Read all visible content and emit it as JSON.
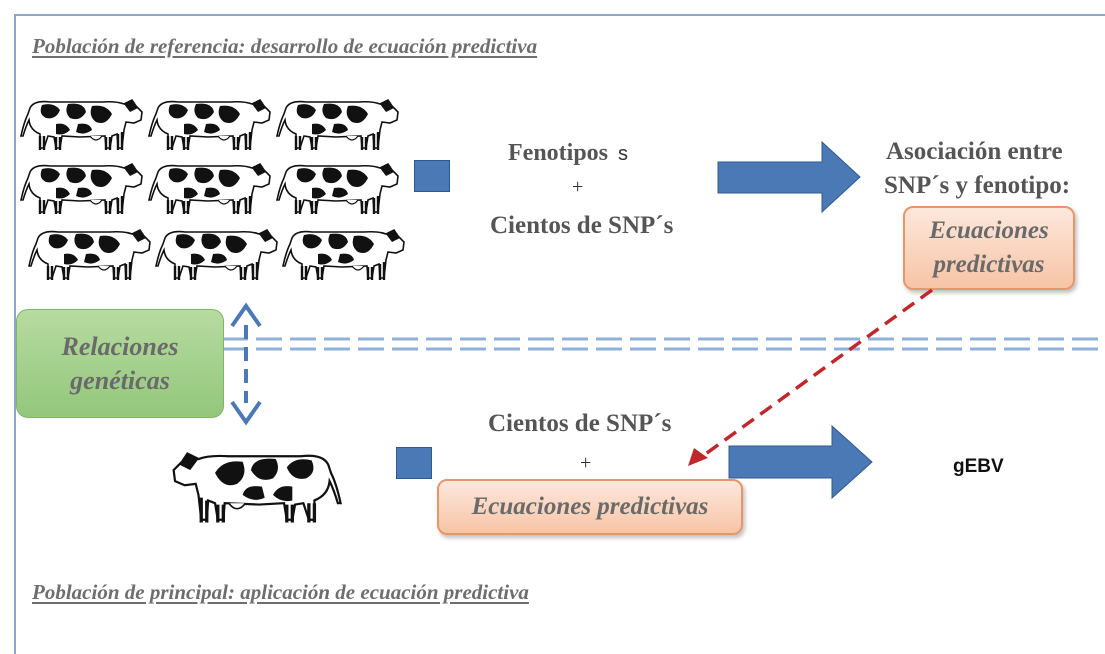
{
  "top_heading": "Población de referencia: desarrollo de ecuación predictiva",
  "bottom_heading": "Población de principal: aplicación de ecuación predictiva",
  "reference": {
    "line1": "Fenotipos",
    "line1_suffix": "s",
    "plus": "+",
    "line2": "Cientos de SNP´s"
  },
  "association": {
    "line1": "Asociación entre",
    "line2": "SNP´s y fenotipo:",
    "box_line1": "Ecuaciones",
    "box_line2": "predictivas"
  },
  "relations": {
    "line1": "Relaciones",
    "line2": "genéticas"
  },
  "target": {
    "line1": "Cientos de SNP´s",
    "plus": "+",
    "box": "Ecuaciones predictivas"
  },
  "result": "gEBV",
  "colors": {
    "square_blue": "#4a79b5",
    "arrow_blue": "#4a79b5",
    "dashed_red": "#c0282c",
    "divider_blue": "#8fb0d8",
    "green_box": "#93c77c",
    "orange_border": "#e8956a"
  },
  "icons": {
    "cow": "cow-icon"
  }
}
